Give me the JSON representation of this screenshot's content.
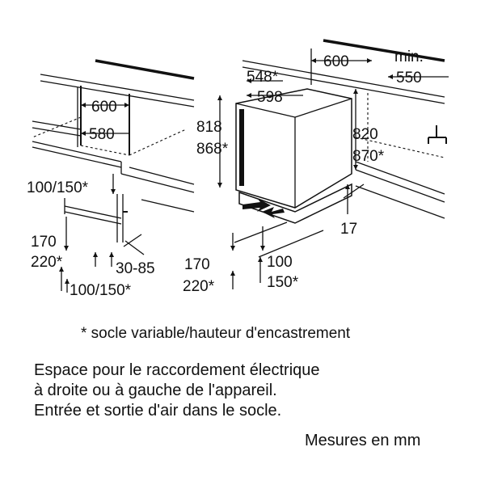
{
  "left_view": {
    "dim_top_width": "600",
    "dim_inner_width": "580",
    "dim_base_height": "100/150*",
    "dim_plinth_170": "170",
    "dim_plinth_220": "220*",
    "dim_gap": "30-85",
    "dim_bottom_height": "100/150*"
  },
  "right_view": {
    "dim_depth_548": "548*",
    "dim_depth_598": "598",
    "dim_niche_600": "600",
    "dim_min_label": "min.",
    "dim_min_550": "550",
    "dim_height_818": "818",
    "dim_height_868": "868*",
    "dim_niche_820": "820",
    "dim_niche_870": "870*",
    "dim_17": "17",
    "dim_170": "170",
    "dim_220": "220*",
    "dim_100": "100",
    "dim_150": "150*"
  },
  "footnote": "* socle variable/hauteur d'encastrement",
  "paragraph": {
    "line1": "Espace pour le raccordement électrique",
    "line2": "à droite ou à gauche de l'appareil.",
    "line3": "Entrée et sortie d'air dans le socle."
  },
  "units_note": "Mesures en mm"
}
